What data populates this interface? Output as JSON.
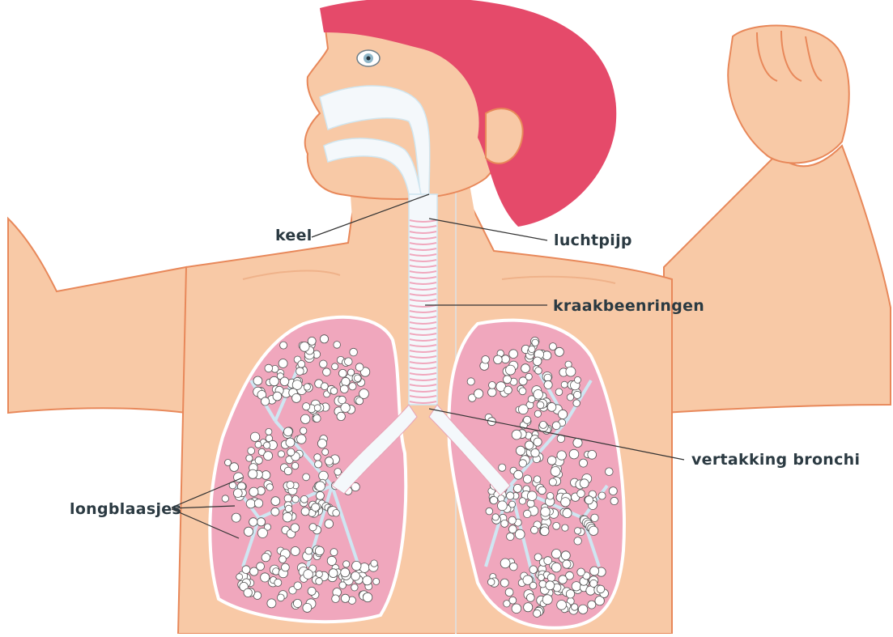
{
  "labels": {
    "throat": "keel",
    "trachea": "luchtpijp",
    "cartilage_rings": "kraakbeenringen",
    "bronchi_branching": "vertakking bronchi",
    "alveoli": "longblaasjes"
  },
  "colors": {
    "skin": "#f8c9a6",
    "skin_shadow": "#efb28a",
    "outline": "#e8885a",
    "hair": "#e54a6a",
    "airway": "#f4f8fb",
    "lung_fill": "#f0a7bd",
    "alveolus": "#ffffff",
    "bronchi": "#cfe6f2",
    "label_text": "#2b3a42",
    "leader_line": "#333333"
  }
}
